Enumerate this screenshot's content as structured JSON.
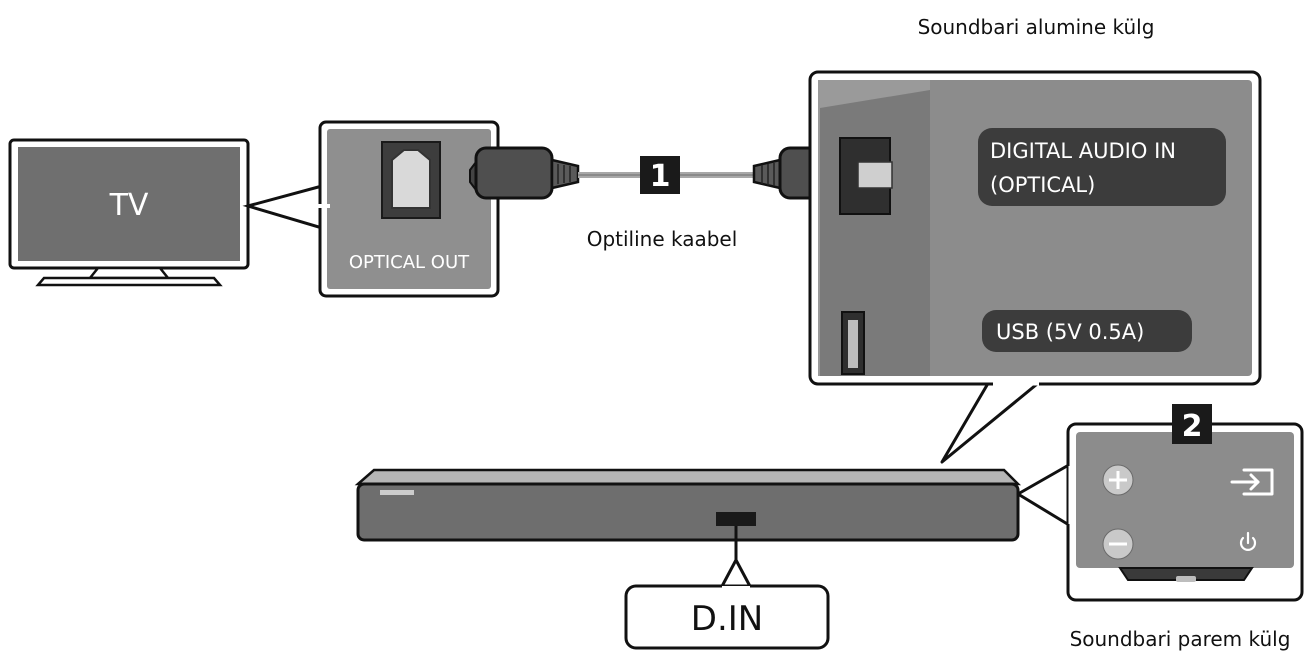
{
  "tv": {
    "label": "TV"
  },
  "tv_port": {
    "label": "OPTICAL OUT"
  },
  "cable": {
    "step": "1",
    "label": "Optiline kaabel"
  },
  "rear_panel": {
    "caption": "Soundbari alumine külg",
    "optical_label_line1": "DIGITAL AUDIO IN",
    "optical_label_line2": "(OPTICAL)",
    "usb_label": "USB (5V 0.5A)"
  },
  "soundbar": {
    "din_label": "D.IN"
  },
  "side_panel": {
    "step": "2",
    "caption": "Soundbari parem külg",
    "buttons": [
      "volume-up",
      "source",
      "volume-down",
      "power"
    ]
  },
  "colors": {
    "outline": "#111111",
    "panel_gray": "#8f8f8f",
    "dark_gray": "#4a4a4a",
    "bar_gray": "#6e6e6e",
    "label_fill": "#3c3c3c"
  }
}
